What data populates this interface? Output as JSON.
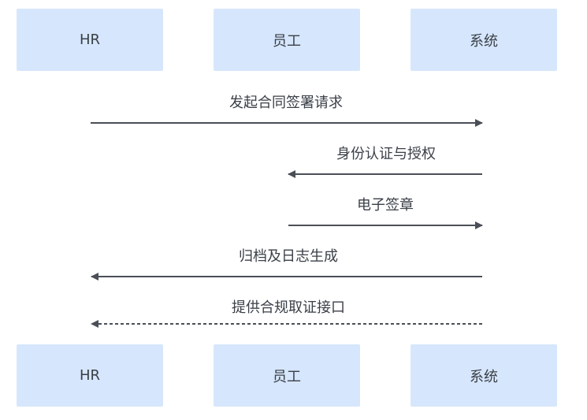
{
  "participants": [
    "HR",
    "员工",
    "系统"
  ],
  "messages": [
    {
      "from": 0,
      "to": 2,
      "label": "发起合同签署请求",
      "style": "solid"
    },
    {
      "from": 2,
      "to": 1,
      "label": "身份认证与授权",
      "style": "solid"
    },
    {
      "from": 1,
      "to": 2,
      "label": "电子签章",
      "style": "solid"
    },
    {
      "from": 2,
      "to": 0,
      "label": "归档及日志生成",
      "style": "solid"
    },
    {
      "from": 2,
      "to": 0,
      "label": "提供合规取证接口",
      "style": "dashed"
    }
  ],
  "colors": {
    "box_fill": "#d6e6fc",
    "line": "#4a4f57",
    "text": "#3a3f47"
  }
}
